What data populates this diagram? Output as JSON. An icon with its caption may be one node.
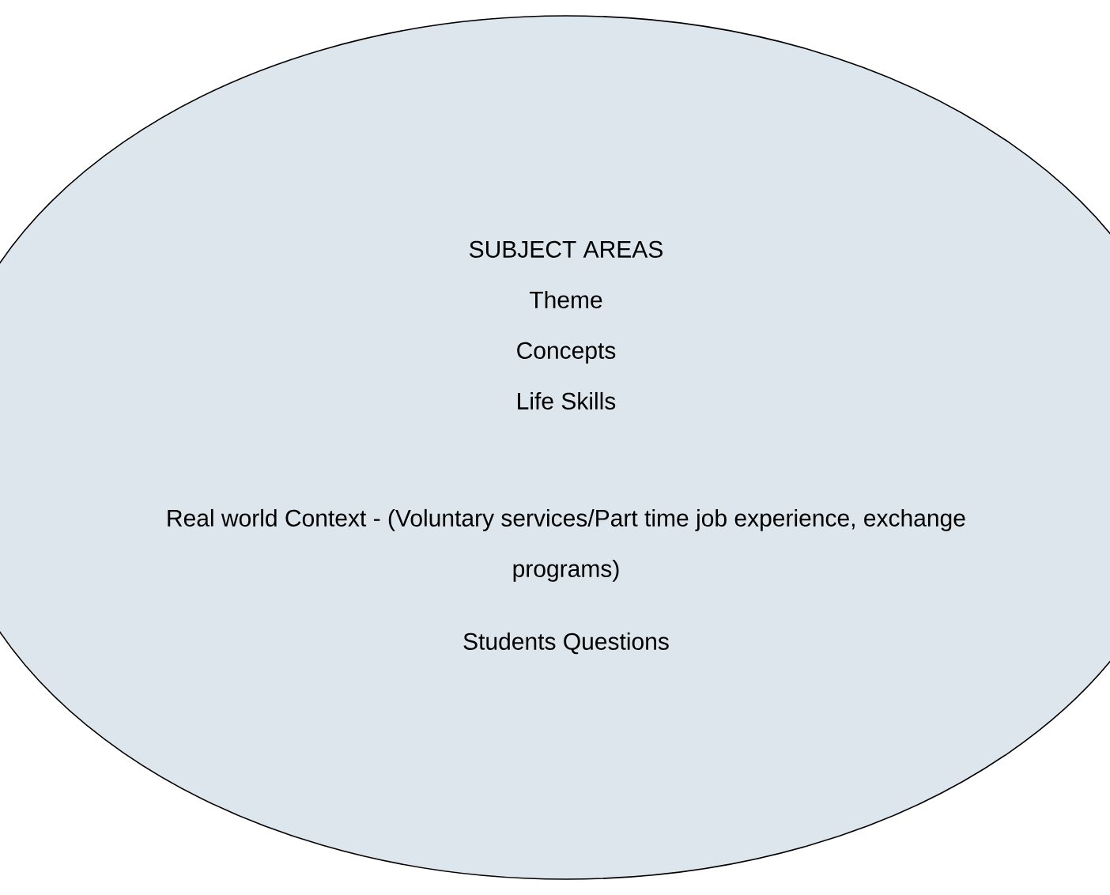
{
  "diagram": {
    "nodes": [
      {
        "text": [
          "SUBJECT AREAS",
          "Theme",
          "Concepts",
          "Life Skills",
          "Real world Context - (Voluntary services/Part time job experience, exchange programs)",
          "Students Questions"
        ]
      }
    ]
  }
}
